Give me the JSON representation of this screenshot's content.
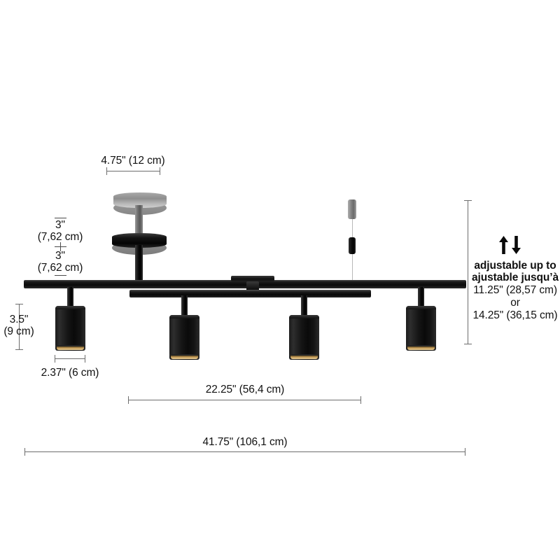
{
  "product": {
    "type": "4-light adjustable track lighting fixture",
    "finish_primary": "#0a0a0a",
    "finish_accent": "#9c9c9c",
    "glow_color": "#e8cf9c"
  },
  "dimensions": {
    "canopy_width": {
      "label": "4.75\" (12 cm)",
      "inches": 4.75,
      "cm": 12
    },
    "drop_segment_1": {
      "label_in": "3\"",
      "label_cm": "(7,62 cm)",
      "inches": 3,
      "cm": 7.62
    },
    "drop_segment_2": {
      "label_in": "3\"",
      "label_cm": "(7,62 cm)",
      "inches": 3,
      "cm": 7.62
    },
    "head_height": {
      "label_in": "3.5\"",
      "label_cm": "(9 cm)",
      "inches": 3.5,
      "cm": 9
    },
    "head_diameter": {
      "label": "2.37\" (6 cm)",
      "inches": 2.37,
      "cm": 6
    },
    "inner_span": {
      "label": "22.25\" (56,4 cm)",
      "inches": 22.25,
      "cm": 56.4
    },
    "total_length": {
      "label": "41.75\" (106,1 cm)",
      "inches": 41.75,
      "cm": 106.1
    }
  },
  "adjustable_note": {
    "icon": "up-down-arrows-icon",
    "line_en": "adjustable up to",
    "line_fr": "ajustable jusqu’à",
    "value_1": "11.25\" (28,57 cm)",
    "separator": "or",
    "value_2": "14.25\" (36,15 cm)"
  }
}
